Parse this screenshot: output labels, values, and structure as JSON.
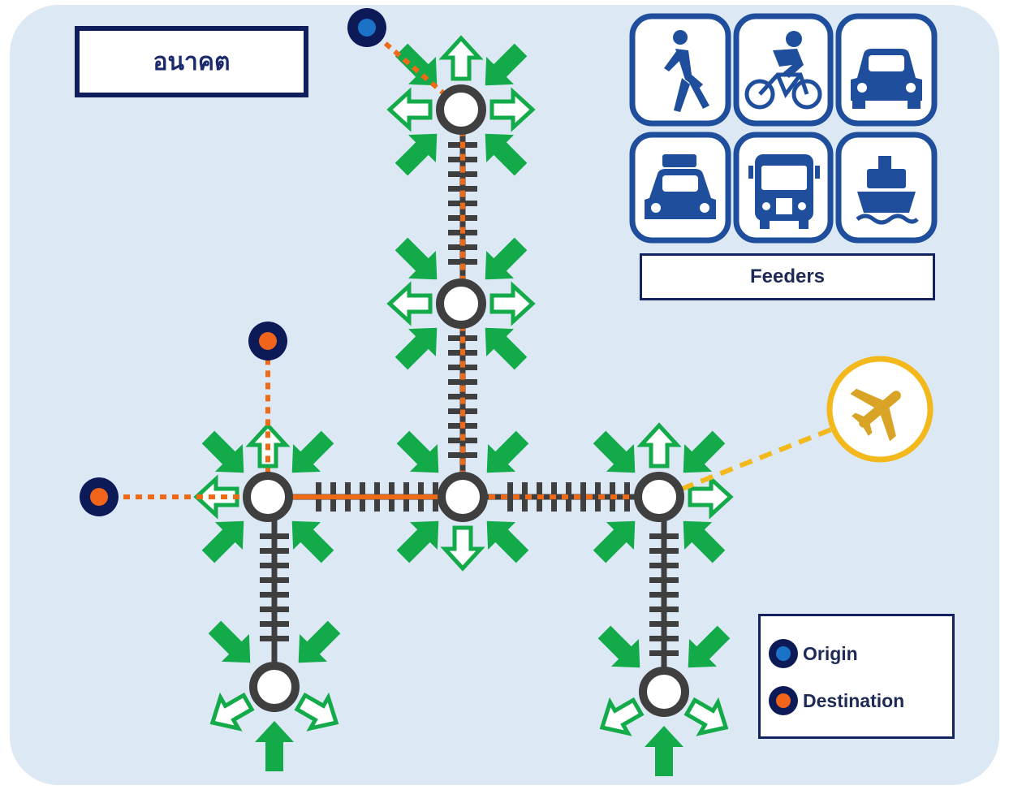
{
  "title": "อนาคต",
  "feeders": {
    "label": "Feeders",
    "icons": [
      "pedestrian-icon",
      "bicycle-icon",
      "car-icon",
      "taxi-icon",
      "bus-icon",
      "ferry-icon"
    ]
  },
  "legend": {
    "origin_label": "Origin",
    "destination_label": "Destination"
  },
  "airport_icon": "airplane-icon",
  "colors": {
    "background": "#dde8f5",
    "rail": "#3f3f3f",
    "route": "#ef6a17",
    "arrow": "#13aa4a",
    "origin": "#1a73c9",
    "destination": "#f0651a",
    "marker_ring": "#0c1a58",
    "airport": "#f3b91c",
    "icon_blue": "#1f4f9c"
  }
}
